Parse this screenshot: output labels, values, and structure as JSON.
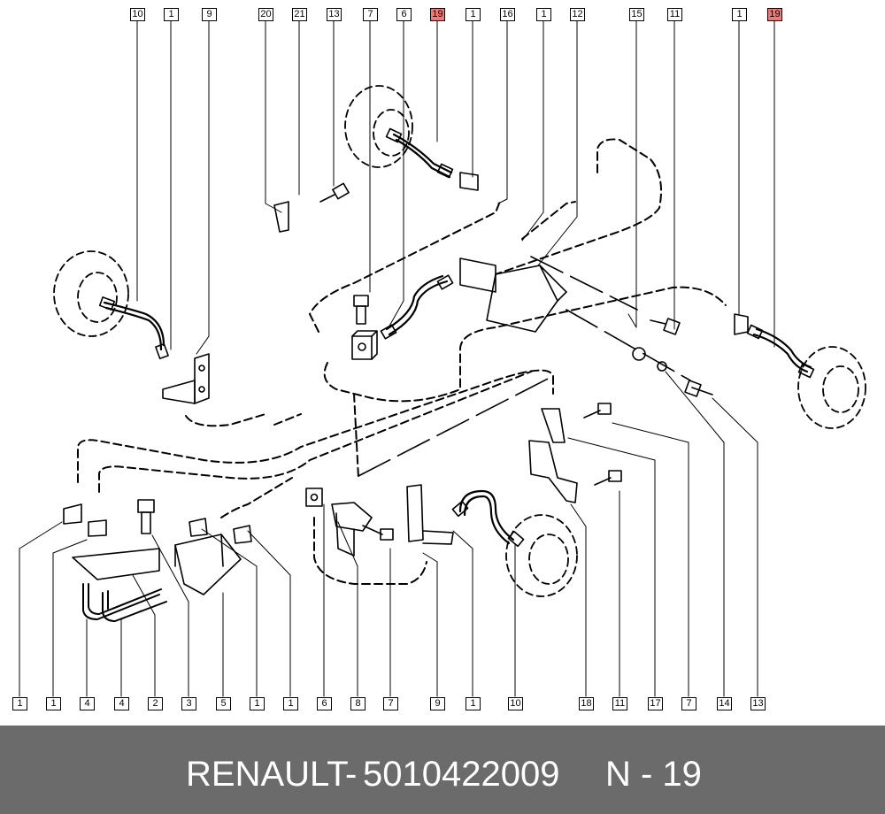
{
  "diagram": {
    "highlight_color": "#f07878",
    "top_callouts": [
      "10",
      "1",
      "9",
      "20",
      "21",
      "13",
      "7",
      "6",
      "19",
      "1",
      "16",
      "1",
      "12",
      "15",
      "11",
      "1",
      "19"
    ],
    "bottom_callouts": [
      "1",
      "1",
      "4",
      "4",
      "2",
      "3",
      "5",
      "1",
      "1",
      "6",
      "8",
      "7",
      "9",
      "1",
      "10",
      "18",
      "11",
      "17",
      "7",
      "14",
      "13"
    ],
    "highlighted_label": "19"
  },
  "footer": {
    "brand": "RENAULT",
    "separator": "-",
    "part_number": "5010422009",
    "position": "N - 19",
    "background": "#6b6b6b"
  }
}
